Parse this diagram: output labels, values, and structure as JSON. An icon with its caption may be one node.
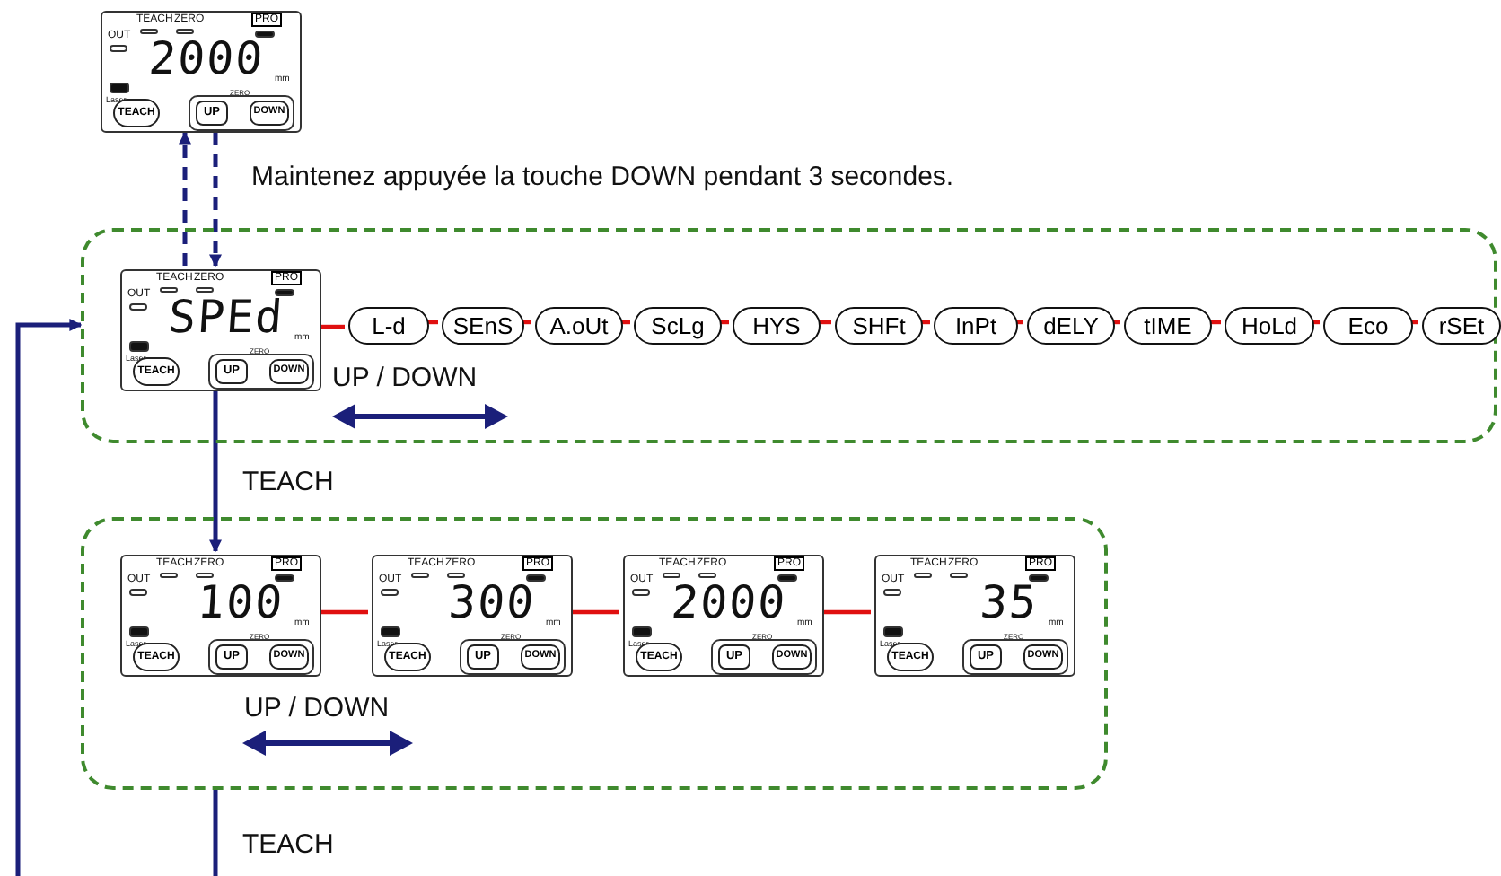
{
  "diagram": {
    "nodes": [
      {
        "text": [
          "TEACH",
          "ZERO",
          "PRO",
          "OUT",
          "2000",
          "mm",
          "Laser",
          "TEACH",
          "UP",
          "ZERO",
          "DOWN"
        ]
      },
      {
        "text": [],
        "shape": "box"
      },
      {
        "text": [
          "TEACH",
          "ZERO",
          "PRO",
          "OUT",
          "SPEd",
          "mm",
          "Laser",
          "TEACH",
          "UP",
          "ZERO",
          "DOWN"
        ],
        "in": 1
      },
      {
        "text": [
          "L-d"
        ],
        "in": 1
      },
      {
        "text": [
          "SEnS"
        ],
        "in": 1
      },
      {
        "text": [
          "A.oUt"
        ],
        "in": 1
      },
      {
        "text": [
          "ScLg"
        ],
        "in": 1
      },
      {
        "text": [
          "HYS"
        ],
        "in": 1
      },
      {
        "text": [
          "SHFt"
        ],
        "in": 1
      },
      {
        "text": [
          "InPt"
        ],
        "in": 1
      },
      {
        "text": [
          "dELY"
        ],
        "in": 1
      },
      {
        "text": [
          "tIME"
        ],
        "in": 1
      },
      {
        "text": [
          "HoLd"
        ],
        "in": 1
      },
      {
        "text": [
          "Eco"
        ],
        "in": 1
      },
      {
        "text": [
          "rSEt"
        ],
        "in": 1
      },
      {
        "text": [],
        "shape": "box"
      },
      {
        "text": [
          "TEACH",
          "ZERO",
          "PRO",
          "OUT",
          "100",
          "mm",
          "Laser",
          "TEACH",
          "UP",
          "ZERO",
          "DOWN"
        ],
        "in": 15
      },
      {
        "text": [
          "TEACH",
          "ZERO",
          "PRO",
          "OUT",
          "300",
          "mm",
          "Laser",
          "TEACH",
          "UP",
          "ZERO",
          "DOWN"
        ],
        "in": 15
      },
      {
        "text": [
          "TEACH",
          "ZERO",
          "PRO",
          "OUT",
          "2000",
          "mm",
          "Laser",
          "TEACH",
          "UP",
          "ZERO",
          "DOWN"
        ],
        "in": 15
      },
      {
        "text": [
          "TEACH",
          "ZERO",
          "PRO",
          "OUT",
          "35",
          "mm",
          "Laser",
          "TEACH",
          "UP",
          "ZERO",
          "DOWN"
        ],
        "in": 15
      }
    ],
    "edges": [
      {
        "from": 2,
        "to": 0,
        "arrow": "to",
        "style": "dashed",
        "color": "#1b1f7a"
      },
      {
        "from": 0,
        "to": 2,
        "arrow": "to",
        "style": "dashed",
        "color": "#1b1f7a"
      },
      {
        "from": 2,
        "to": 3,
        "arrow": "none"
      },
      {
        "from": 3,
        "to": 4,
        "arrow": "none"
      },
      {
        "from": 4,
        "to": 5,
        "arrow": "none"
      },
      {
        "from": 5,
        "to": 6,
        "arrow": "none"
      },
      {
        "from": 6,
        "to": 7,
        "arrow": "none"
      },
      {
        "from": 7,
        "to": 8,
        "arrow": "none"
      },
      {
        "from": 8,
        "to": 9,
        "arrow": "none"
      },
      {
        "from": 9,
        "to": 10,
        "arrow": "none"
      },
      {
        "from": 10,
        "to": 11,
        "arrow": "none"
      },
      {
        "from": 11,
        "to": 12,
        "arrow": "none"
      },
      {
        "from": 12,
        "to": 13,
        "arrow": "none"
      },
      {
        "from": 13,
        "to": 14,
        "arrow": "none"
      },
      {
        "from": 2,
        "to": 16,
        "arrow": "to",
        "label": "TEACH",
        "color": "#1b1f7a"
      },
      {
        "from": 16,
        "to": 17,
        "arrow": "none"
      },
      {
        "from": 17,
        "to": 18,
        "arrow": "none"
      },
      {
        "from": 18,
        "to": 19,
        "arrow": "none"
      },
      {
        "from": 15,
        "to": null,
        "arrow": "none",
        "label": "TEACH",
        "color": "#1b1f7a"
      },
      {
        "from": null,
        "to": 1,
        "arrow": "to",
        "color": "#1b1f7a"
      }
    ],
    "labels": [
      "Maintenez appuyée la touche DOWN pendant 3 secondes.",
      "UP / DOWN",
      "UP / DOWN"
    ]
  }
}
